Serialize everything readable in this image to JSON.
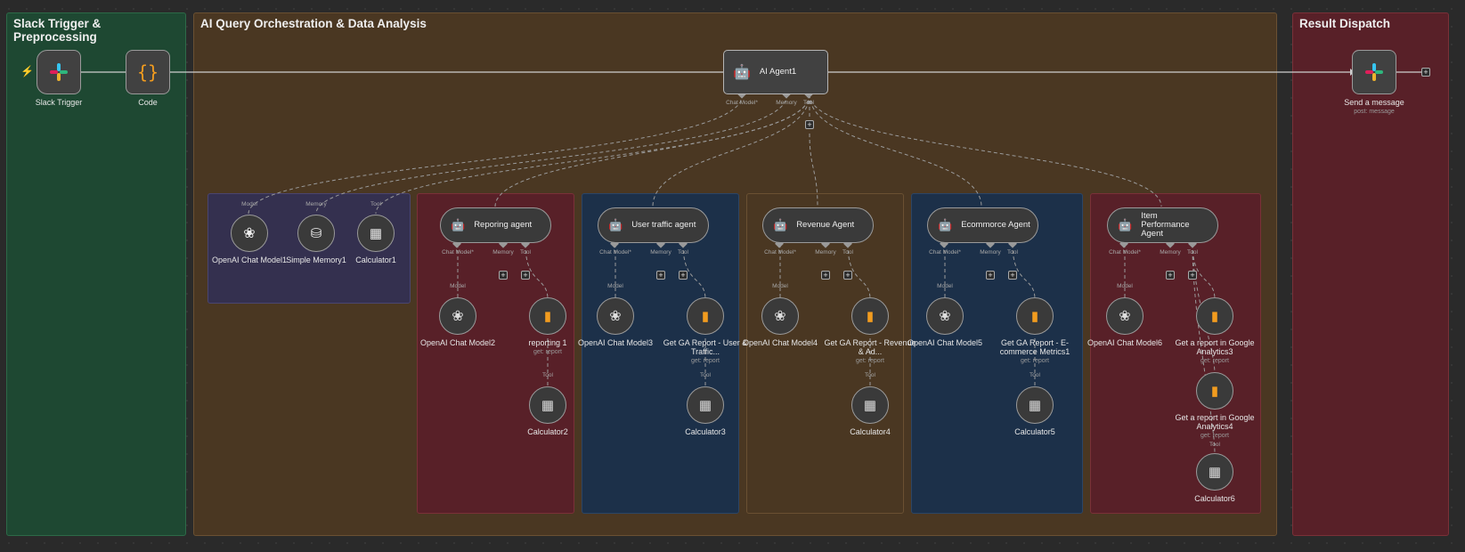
{
  "groups": {
    "trigger": {
      "title": "Slack Trigger & Preprocessing"
    },
    "orchestration": {
      "title": "AI Query Orchestration & Data Analysis"
    },
    "dispatch": {
      "title": "Result Dispatch"
    }
  },
  "nodes": {
    "slack_trigger": {
      "label": "Slack Trigger",
      "icon": "slack-icon"
    },
    "code": {
      "label": "Code",
      "icon_glyph": "{}"
    },
    "ai_agent": {
      "label": "AI Agent1",
      "ports": [
        "Chat Model*",
        "Memory",
        "Tool"
      ]
    },
    "send_message": {
      "label": "Send a message",
      "sub": "post: message"
    },
    "openai1": {
      "label": "OpenAI Chat Model1",
      "port": "Model"
    },
    "memory1": {
      "label": "Simple Memory1",
      "port": "Memory"
    },
    "calc1": {
      "label": "Calculator1",
      "port": "Tool"
    },
    "agent_reporting": {
      "label": "Reporing agent"
    },
    "agent_traffic": {
      "label": "User traffic agent"
    },
    "agent_revenue": {
      "label": "Revenue Agent"
    },
    "agent_ecom": {
      "label": "Ecommorce Agent"
    },
    "agent_item": {
      "label": "Item Performance Agent"
    },
    "sub_ports": [
      "Chat Model*",
      "Memory",
      "Tool"
    ],
    "model_port": "Model",
    "tool_port": "Tool",
    "openai2": {
      "label": "OpenAI Chat Model2"
    },
    "openai3": {
      "label": "OpenAI Chat Model3"
    },
    "openai4": {
      "label": "OpenAI Chat Model4"
    },
    "openai5": {
      "label": "OpenAI Chat Model5"
    },
    "openai6": {
      "label": "OpenAI Chat Model6"
    },
    "ga1": {
      "label": "reporting 1",
      "sub": "get: report"
    },
    "ga2": {
      "label": "Get GA Report - User & Traffic...",
      "sub": "get: report"
    },
    "ga3": {
      "label": "Get GA Report - Revenue & Ad...",
      "sub": "get: report"
    },
    "ga4": {
      "label": "Get GA Report - E-commerce Metrics1",
      "sub": "get: report"
    },
    "ga5": {
      "label": "Get a report in Google Analytics3",
      "sub": "get: report"
    },
    "ga6": {
      "label": "Get a report in Google Analytics4",
      "sub": "get: report"
    },
    "calc2": {
      "label": "Calculator2"
    },
    "calc3": {
      "label": "Calculator3"
    },
    "calc4": {
      "label": "Calculator4"
    },
    "calc5": {
      "label": "Calculator5"
    },
    "calc6": {
      "label": "Calculator6"
    }
  },
  "colors": {
    "green_group": "#1e4832",
    "brown_group": "#4a3722",
    "red_group": "#582028",
    "blue_group": "#1c3049",
    "purple_group": "#34304f",
    "trigger_bolt": "#ff6d5a",
    "ga_orange": "#f29c1f"
  }
}
